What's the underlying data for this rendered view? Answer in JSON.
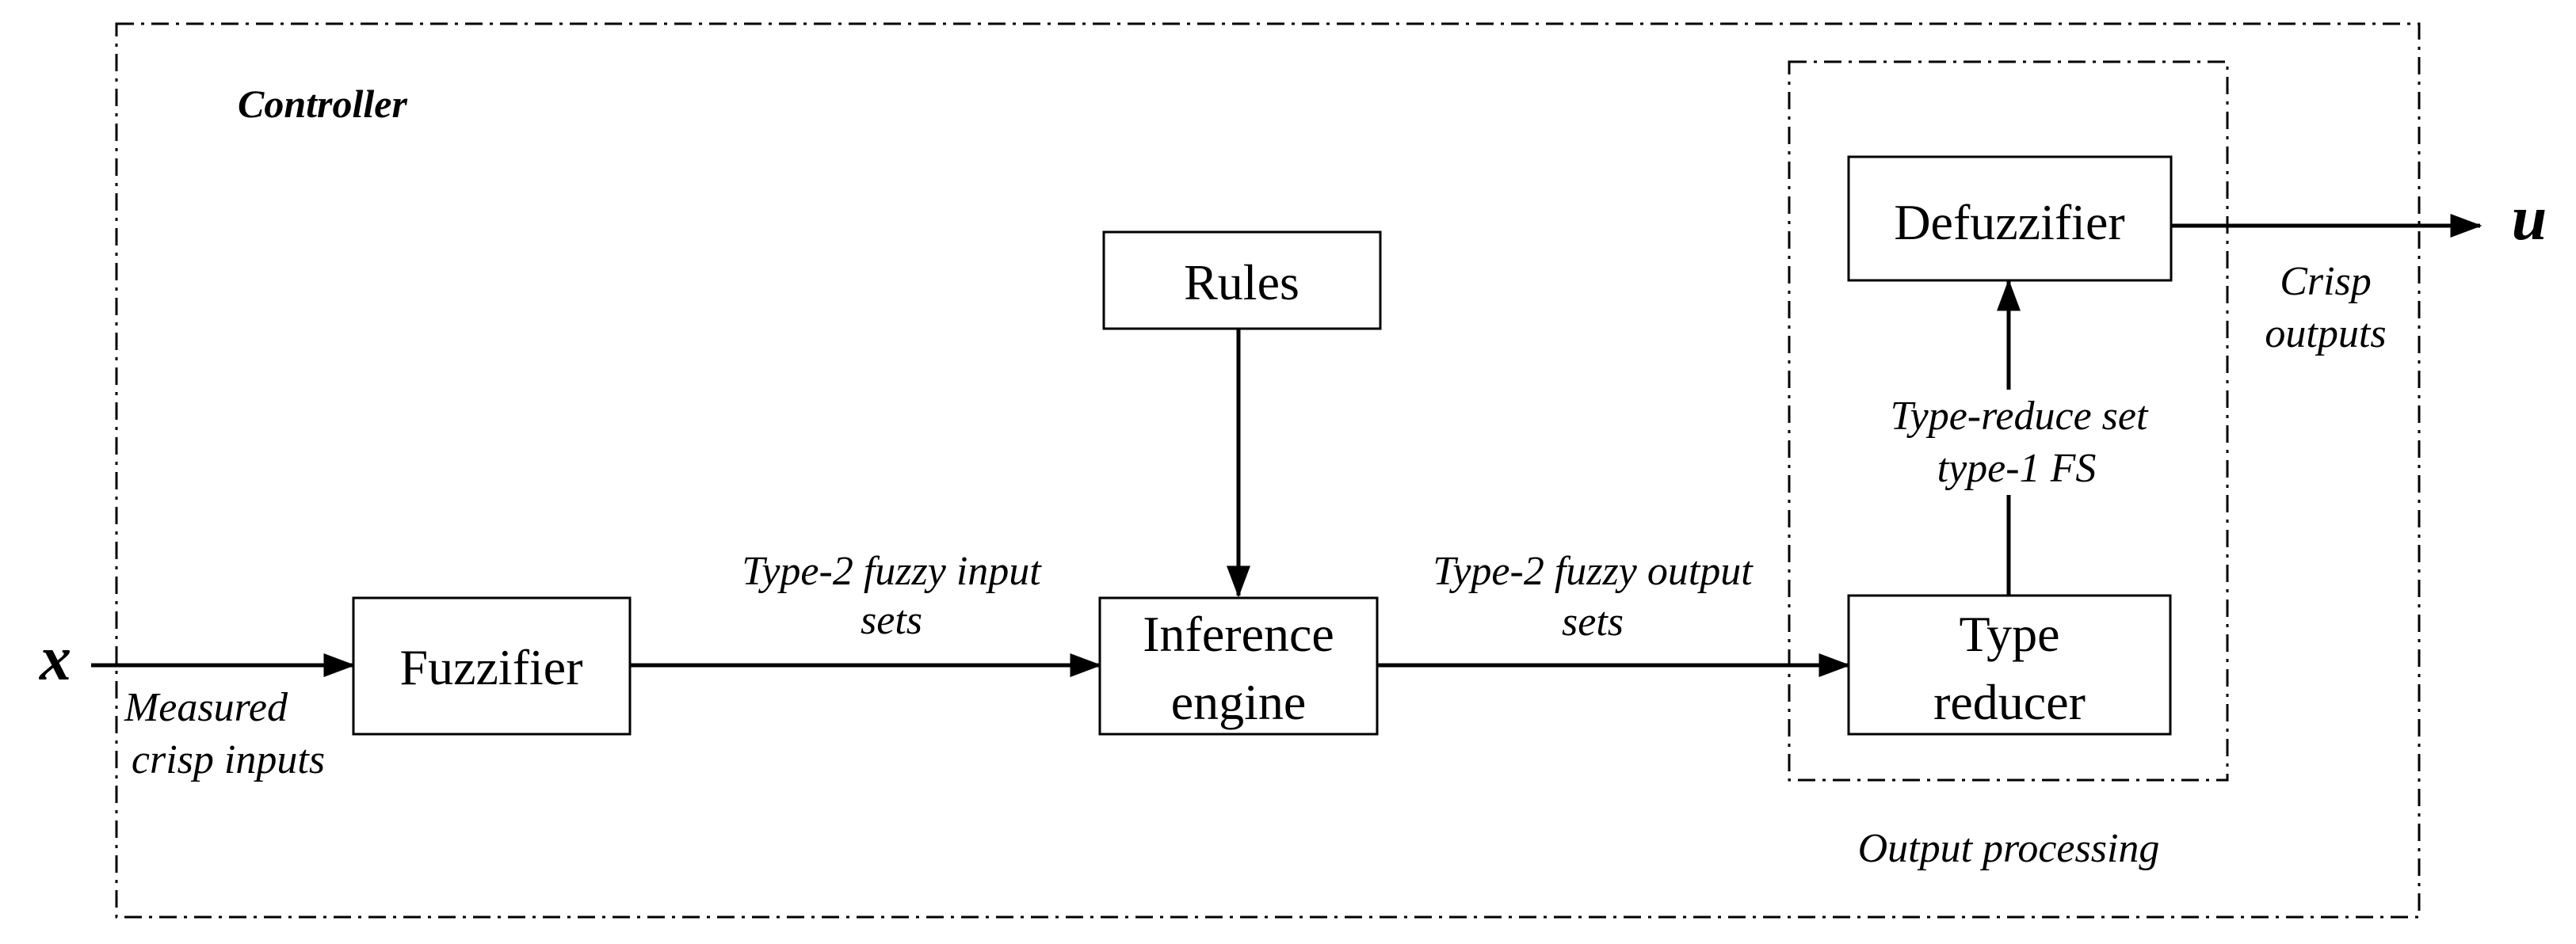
{
  "frames": {
    "controller": "Controller",
    "output_processing": "Output processing"
  },
  "blocks": {
    "fuzzifier": "Fuzzifier",
    "rules": "Rules",
    "inference_line1": "Inference",
    "inference_line2": "engine",
    "type_reducer_line1": "Type",
    "type_reducer_line2": "reducer",
    "defuzzifier": "Defuzzifier"
  },
  "signals": {
    "input_var": "x",
    "output_var": "u",
    "measured_line1": "Measured",
    "measured_line2": "crisp inputs",
    "fuzzy_input_line1": "Type-2 fuzzy input",
    "fuzzy_input_line2": "sets",
    "fuzzy_output_line1": "Type-2 fuzzy output",
    "fuzzy_output_line2": "sets",
    "type_reduce_line1": "Type-reduce set",
    "type_reduce_line2": "type-1 FS",
    "crisp_line1": "Crisp",
    "crisp_line2": "outputs"
  }
}
